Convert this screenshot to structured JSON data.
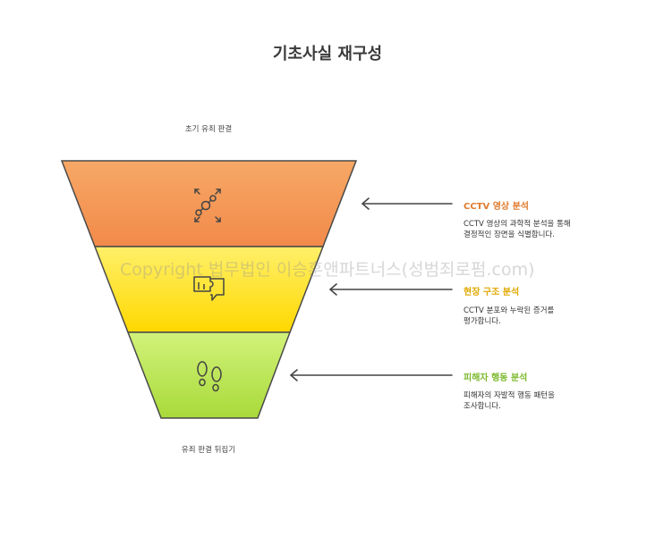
{
  "title": "기초사실 재구성",
  "top_label": "초기 유죄 판결",
  "bottom_label": "유죄 판결 뒤집기",
  "watermark": "Copyright 법무법인 이승훈앤파트너스(성범죄로펌.com)",
  "layers": [
    {
      "icon": "focus-arrows-icon",
      "title": "CCTV 영상 분석",
      "title_color": "#E07B2E",
      "desc_line1": "CCTV 영상의 과학적 분석을 통해",
      "desc_line2": "결정적인 장면을 식별합니다.",
      "fill_top": "#F7A866",
      "fill_bottom": "#F28A4A"
    },
    {
      "icon": "puzzle-icon",
      "title": "현장 구조 분석",
      "title_color": "#E0A800",
      "desc_line1": "CCTV 분포와 누락된 증거를",
      "desc_line2": "평가합니다.",
      "fill_top": "#FFF06A",
      "fill_bottom": "#FFD800"
    },
    {
      "icon": "footprints-icon",
      "title": "피해자 행동 분석",
      "title_color": "#7DBA2F",
      "desc_line1": "피해자의 자발적 행동 패턴을",
      "desc_line2": "조사합니다.",
      "fill_top": "#D2F27A",
      "fill_bottom": "#A8DA3A"
    }
  ]
}
